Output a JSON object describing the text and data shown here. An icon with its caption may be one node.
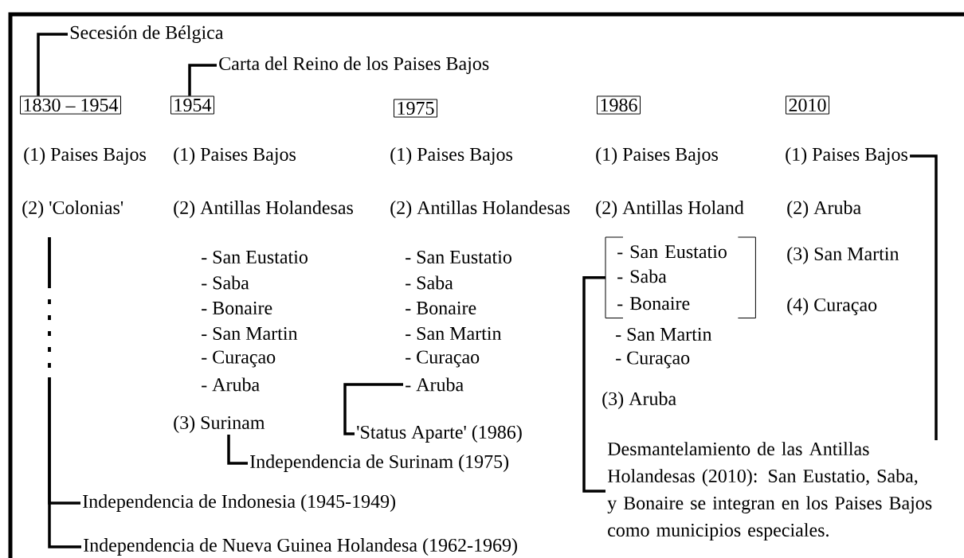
{
  "diagram": {
    "nodes": [
      {
        "text": [
          "Secesión de Bélgica"
        ]
      },
      {
        "text": [
          "1830 – 1954"
        ]
      },
      {
        "text": [
          "Carta del Reino de los Paises Bajos"
        ]
      },
      {
        "text": [
          "1954"
        ]
      },
      {
        "text": [
          "1975"
        ]
      },
      {
        "text": [
          "1986"
        ]
      },
      {
        "text": [
          "2010"
        ]
      },
      {
        "text": [
          "(2) 'Colonias'"
        ]
      },
      {
        "text": [
          "(3) Surinam"
        ]
      },
      {
        "text": [
          "- Aruba"
        ]
      },
      {
        "text": [
          "'Status Aparte' (1986)"
        ]
      },
      {
        "text": [
          "Independencia de Surinam (1975)"
        ]
      },
      {
        "text": [
          "Independencia de Indonesia (1945-1949)"
        ]
      },
      {
        "text": [
          "Independencia de Nueva Guinea Holandesa (1962-1969)"
        ]
      },
      {
        "text": [
          "- San Eustatio",
          "- Saba",
          "- Bonaire"
        ]
      },
      {
        "text": [
          "(1) Paises Bajos"
        ]
      },
      {
        "text": [
          "Desmantelamiento de las Antillas Holandesas (2010): San Eustatio, Saba, y Bonaire se integran en los Paises Bajos como municipios especiales."
        ]
      }
    ],
    "edges": [
      {
        "from": 1,
        "to": 0,
        "arrow": "none"
      },
      {
        "from": 3,
        "to": 2,
        "arrow": "none"
      },
      {
        "from": 7,
        "to": 12,
        "arrow": "none",
        "style": "dashed"
      },
      {
        "from": 7,
        "to": 13,
        "arrow": "none",
        "style": "dashed"
      },
      {
        "from": 8,
        "to": 11,
        "arrow": "none"
      },
      {
        "from": 9,
        "to": 10,
        "arrow": "none"
      },
      {
        "from": 14,
        "to": 16,
        "arrow": "none"
      },
      {
        "from": 15,
        "to": 16,
        "arrow": "none"
      }
    ],
    "labels": [
      "(1) Paises Bajos",
      "(1) Paises Bajos",
      "(1) Paises Bajos",
      "(1) Paises Bajos",
      "(2) Antillas Holandesas",
      "(2) Antillas Holandesas",
      "(2) Antillas Holand",
      "(2) Aruba",
      "- San Eustatio",
      "- Saba",
      "- Bonaire",
      "- San Martin",
      "- Curaçao",
      "- Aruba",
      "- San Eustatio",
      "- Saba",
      "- Bonaire",
      "- San Martin",
      "- Curaçao",
      "(3) San Martin",
      "(4) Curaçao",
      "- San Martin",
      "- Curaçao",
      "(3) Aruba"
    ]
  }
}
